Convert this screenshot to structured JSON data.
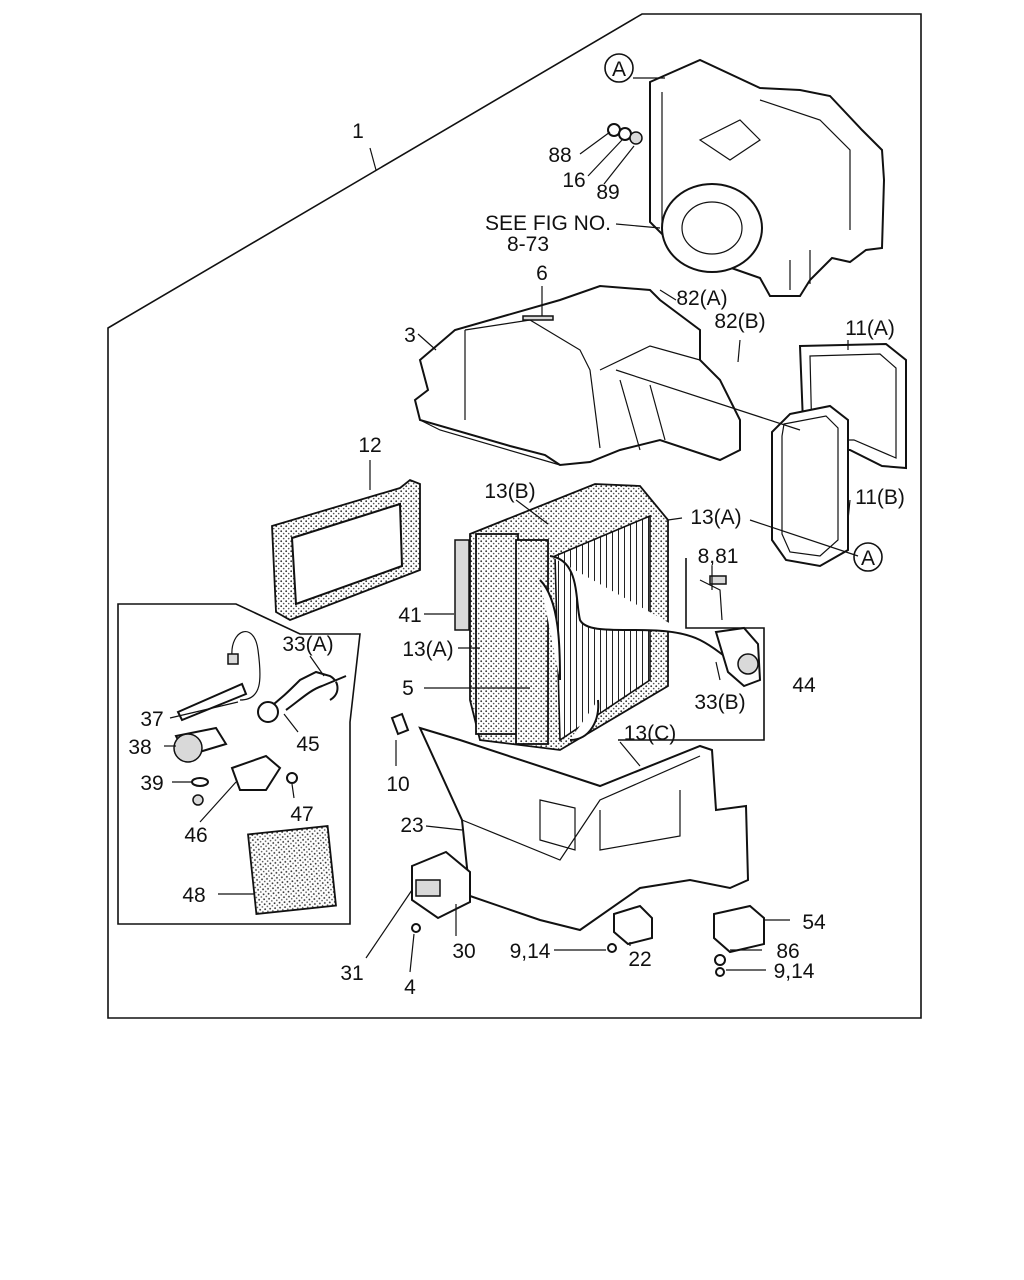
{
  "callouts": {
    "c1": "1",
    "c3": "3",
    "c4": "4",
    "c5": "5",
    "c6": "6",
    "c8_81": "8,81",
    "c9_14_a": "9,14",
    "c9_14_b": "9,14",
    "c10": "10",
    "c11a": "11(A)",
    "c11b": "11(B)",
    "c12": "12",
    "c13a_top": "13(A)",
    "c13a_left": "13(A)",
    "c13b": "13(B)",
    "c13c": "13(C)",
    "c16": "16",
    "c22": "22",
    "c23": "23",
    "c30": "30",
    "c31": "31",
    "c33a": "33(A)",
    "c33b": "33(B)",
    "c37": "37",
    "c38": "38",
    "c39": "39",
    "c41": "41",
    "c44": "44",
    "c45": "45",
    "c46": "46",
    "c47": "47",
    "c48": "48",
    "c54": "54",
    "c82a": "82(A)",
    "c82b": "82(B)",
    "c86": "86",
    "c88": "88",
    "c89": "89"
  },
  "reference": {
    "line1": "SEE FIG NO.",
    "line2": "8-73",
    "marker_a_top": "A",
    "marker_a_bottom": "A"
  }
}
